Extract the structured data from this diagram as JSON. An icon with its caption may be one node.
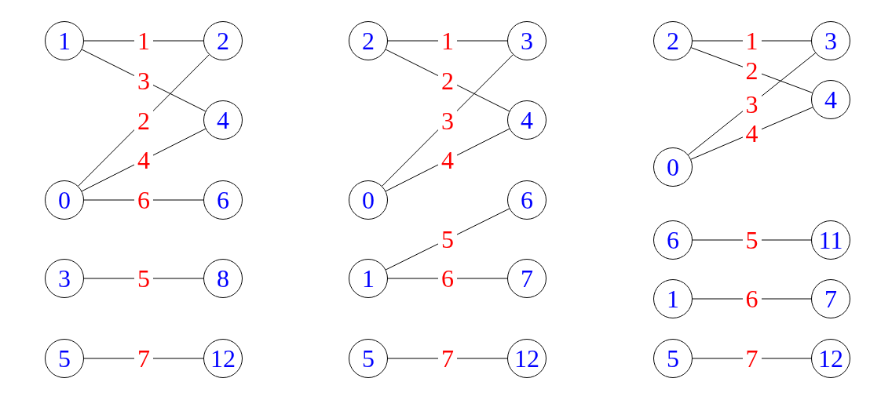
{
  "diagram": {
    "nodes": [
      {
        "text": [
          "1"
        ]
      },
      {
        "text": [
          "2"
        ]
      },
      {
        "text": [
          "4"
        ]
      },
      {
        "text": [
          "0"
        ]
      },
      {
        "text": [
          "6"
        ]
      },
      {
        "text": [
          "3"
        ]
      },
      {
        "text": [
          "8"
        ]
      },
      {
        "text": [
          "5"
        ]
      },
      {
        "text": [
          "12"
        ]
      },
      {
        "text": [
          "2"
        ]
      },
      {
        "text": [
          "3"
        ]
      },
      {
        "text": [
          "4"
        ]
      },
      {
        "text": [
          "0"
        ]
      },
      {
        "text": [
          "6"
        ]
      },
      {
        "text": [
          "1"
        ]
      },
      {
        "text": [
          "7"
        ]
      },
      {
        "text": [
          "5"
        ]
      },
      {
        "text": [
          "12"
        ]
      },
      {
        "text": [
          "2"
        ]
      },
      {
        "text": [
          "3"
        ]
      },
      {
        "text": [
          "4"
        ]
      },
      {
        "text": [
          "0"
        ]
      },
      {
        "text": [
          "6"
        ]
      },
      {
        "text": [
          "11"
        ]
      },
      {
        "text": [
          "1"
        ]
      },
      {
        "text": [
          "7"
        ]
      },
      {
        "text": [
          "5"
        ]
      },
      {
        "text": [
          "12"
        ]
      }
    ],
    "edges": [
      {
        "from": 0,
        "to": 1,
        "arrow": "none",
        "label": "1"
      },
      {
        "from": 0,
        "to": 2,
        "arrow": "none",
        "label": "3"
      },
      {
        "from": 3,
        "to": 1,
        "arrow": "none",
        "label": "2"
      },
      {
        "from": 3,
        "to": 2,
        "arrow": "none",
        "label": "4"
      },
      {
        "from": 3,
        "to": 4,
        "arrow": "none",
        "label": "6"
      },
      {
        "from": 5,
        "to": 6,
        "arrow": "none",
        "label": "5"
      },
      {
        "from": 7,
        "to": 8,
        "arrow": "none",
        "label": "7"
      },
      {
        "from": 9,
        "to": 10,
        "arrow": "none",
        "label": "1"
      },
      {
        "from": 9,
        "to": 11,
        "arrow": "none",
        "label": "2"
      },
      {
        "from": 12,
        "to": 10,
        "arrow": "none",
        "label": "3"
      },
      {
        "from": 12,
        "to": 11,
        "arrow": "none",
        "label": "4"
      },
      {
        "from": 14,
        "to": 13,
        "arrow": "none",
        "label": "5"
      },
      {
        "from": 14,
        "to": 15,
        "arrow": "none",
        "label": "6"
      },
      {
        "from": 16,
        "to": 17,
        "arrow": "none",
        "label": "7"
      },
      {
        "from": 18,
        "to": 19,
        "arrow": "none",
        "label": "1"
      },
      {
        "from": 18,
        "to": 20,
        "arrow": "none",
        "label": "2"
      },
      {
        "from": 21,
        "to": 19,
        "arrow": "none",
        "label": "3"
      },
      {
        "from": 21,
        "to": 20,
        "arrow": "none",
        "label": "4"
      },
      {
        "from": 22,
        "to": 23,
        "arrow": "none",
        "label": "5"
      },
      {
        "from": 24,
        "to": 25,
        "arrow": "none",
        "label": "6"
      },
      {
        "from": 26,
        "to": 27,
        "arrow": "none",
        "label": "7"
      }
    ]
  }
}
